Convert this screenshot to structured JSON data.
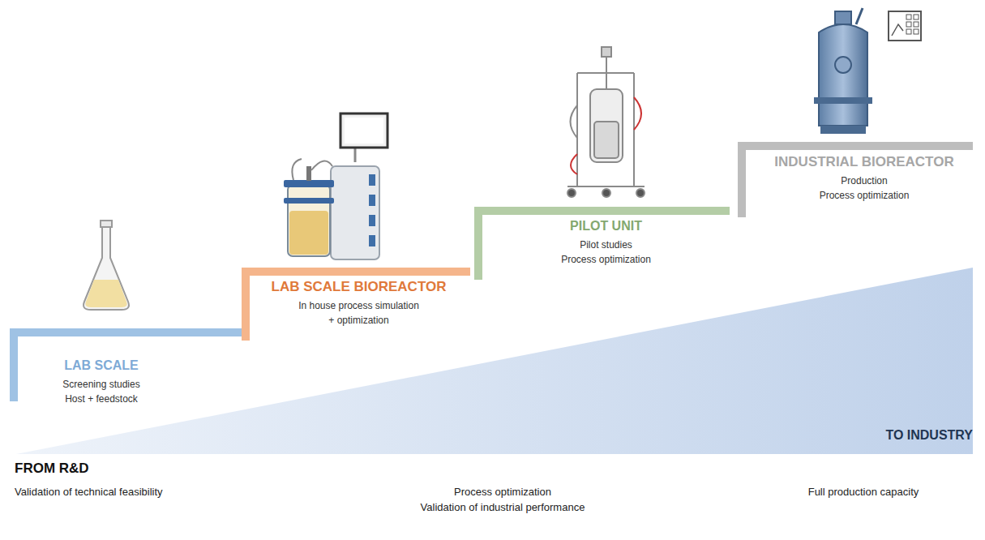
{
  "diagram": {
    "nodes": [
      {
        "text": [
          "LAB SCALE",
          "Screening studies",
          "Host + feedstock"
        ]
      },
      {
        "text": [
          "LAB SCALE BIOREACTOR",
          "In house process simulation",
          "+ optimization"
        ]
      },
      {
        "text": [
          "PILOT UNIT",
          "Pilot studies",
          "Process optimization"
        ]
      },
      {
        "text": [
          "INDUSTRIAL BIOREACTOR",
          "Production",
          "Process optimization"
        ]
      }
    ],
    "labels": [
      "FROM R&D",
      "TO INDUSTRY",
      "Validation of technical feasibility",
      "Process optimization",
      "Validation of industrial performance",
      "Full production capacity"
    ]
  }
}
